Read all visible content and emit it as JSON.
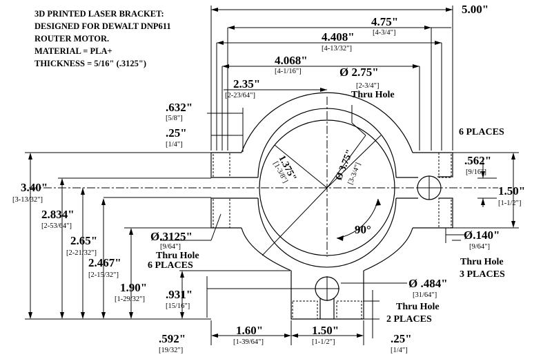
{
  "notes": {
    "line1": "3D PRINTED LASER BRACKET:",
    "line2": "DESIGNED FOR DEWALT DNP611",
    "line3": "ROUTER MOTOR.",
    "line4": "MATERIAL = PLA+",
    "line5": "THICKNESS = 5/16\" (.3125\")"
  },
  "dims": {
    "d500": "5.00\"",
    "d475": "4.75\"",
    "d475f": "[4-3/4\"]",
    "d4408": "4.408\"",
    "d4408f": "[4-13/32\"]",
    "d4068": "4.068\"",
    "d4068f": "[4-1/16\"]",
    "d275": "Ø 2.75\"",
    "d275f": "[2-3/4\"]",
    "d275n": "Thru Hole",
    "d235": "2.35\"",
    "d235f": "[2-23/64\"]",
    "d632": ".632\"",
    "d632f": "[5/8\"]",
    "d25": ".25\"",
    "d25f": "[1/4\"]",
    "d1375": "1.375\"",
    "d1375f": "[1-3/8\"]",
    "d375": "Ø 3.75\"",
    "d375f": "[3-3/4\"]",
    "places6": "6 PLACES",
    "d562": ".562\"",
    "d562f": "[9/16\"]",
    "d150r": "1.50\"",
    "d150rf": "[1-1/2\"]",
    "d340": "3.40\"",
    "d340f": "[3-13/32\"]",
    "d2834": "2.834\"",
    "d2834f": "[2-53/64\"]",
    "d265": "2.65\"",
    "d265f": "[2-21/32\"]",
    "d2467": "2.467\"",
    "d2467f": "[2-15/32\"]",
    "d190": "1.90\"",
    "d190f": "[1-29/32\"]",
    "d931": ".931\"",
    "d931f": "[15/16\"]",
    "d3125": "Ø.3125\"",
    "d3125f": "[9/64\"]",
    "d3125n1": "Thru Hole",
    "d3125n2": "6 PLACES",
    "d140": "Ø.140\"",
    "d140f": "[9/64\"]",
    "d140n1": "Thru Hole",
    "d140n2": "3 PLACES",
    "d484": "Ø .484\"",
    "d484f": "[31/64\"]",
    "d484n1": "Thru Hole",
    "d484n2": "2 PLACES",
    "d90": "90°",
    "d160": "1.60\"",
    "d160f": "[1-39/64\"]",
    "d150b": "1.50\"",
    "d150bf": "[1-1/2\"]",
    "d592": ".592\"",
    "d592f": "[19/32\"]",
    "d25b": ".25\"",
    "d25bf": "[1/4\"]"
  }
}
